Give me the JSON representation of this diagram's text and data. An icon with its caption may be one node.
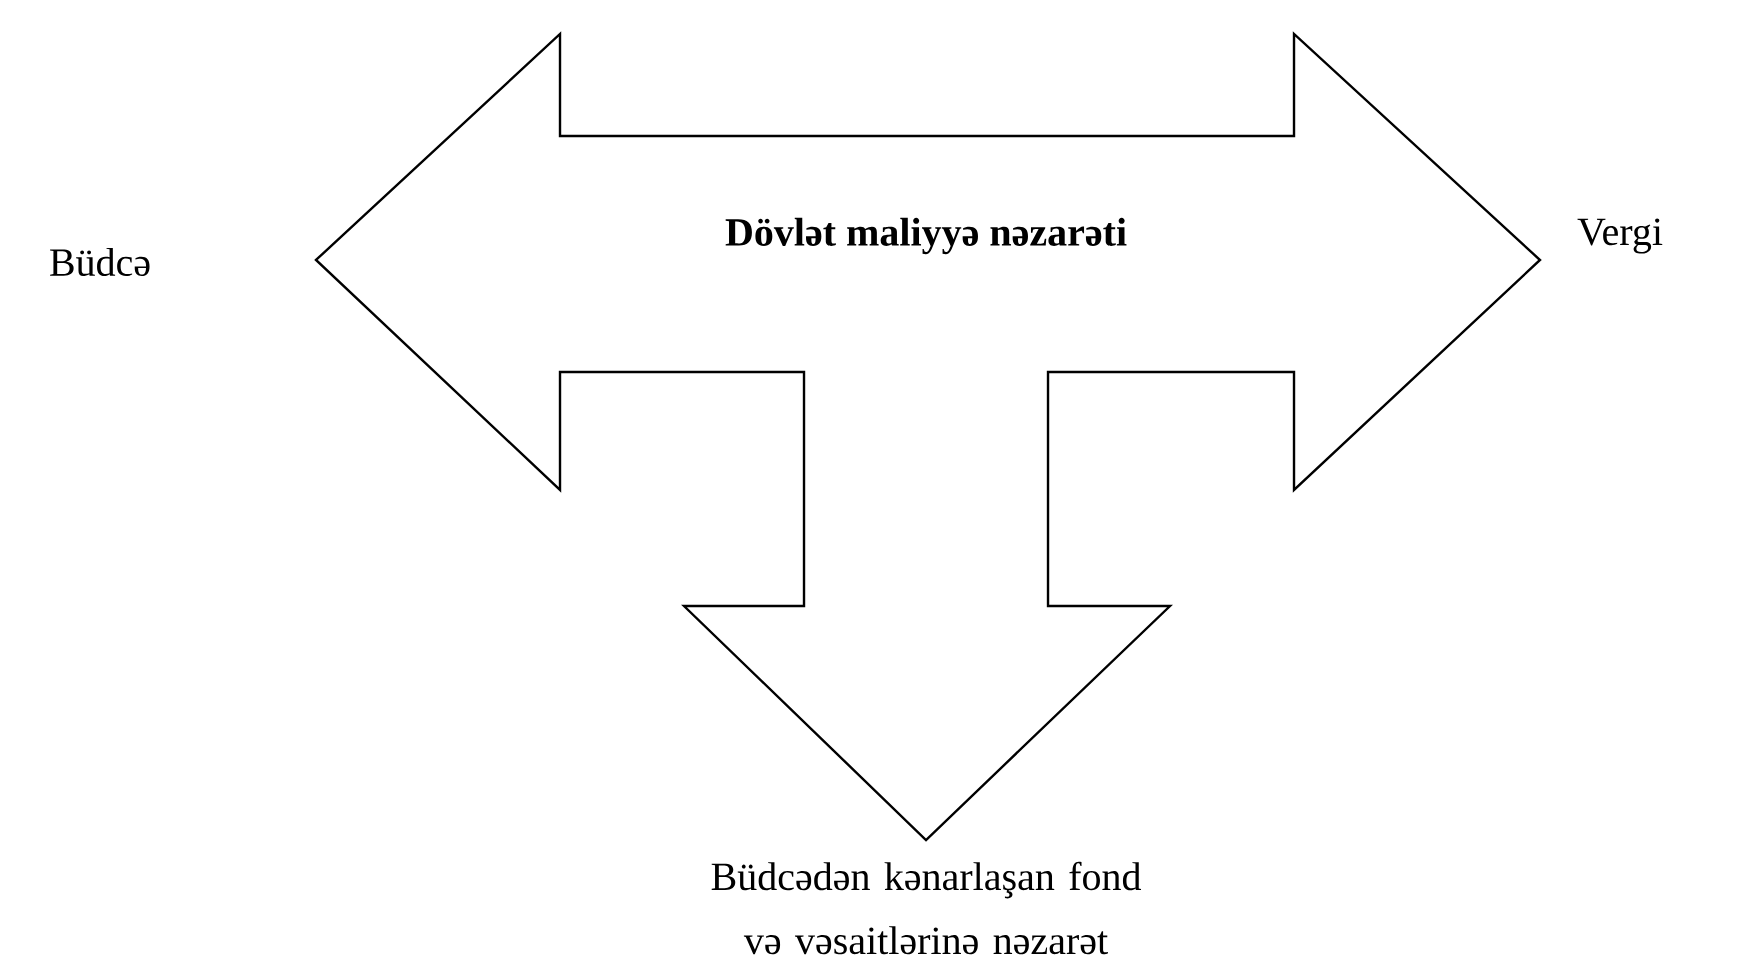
{
  "diagram": {
    "nodes": [
      {
        "text": [
          "**Dövlət maliyyə nəzarəti**"
        ]
      }
    ],
    "labels": [
      "Büdcə",
      "Vergi",
      "Büdcədən kənarlaşan fond və vəsaitlərinə nəzarət"
    ]
  }
}
